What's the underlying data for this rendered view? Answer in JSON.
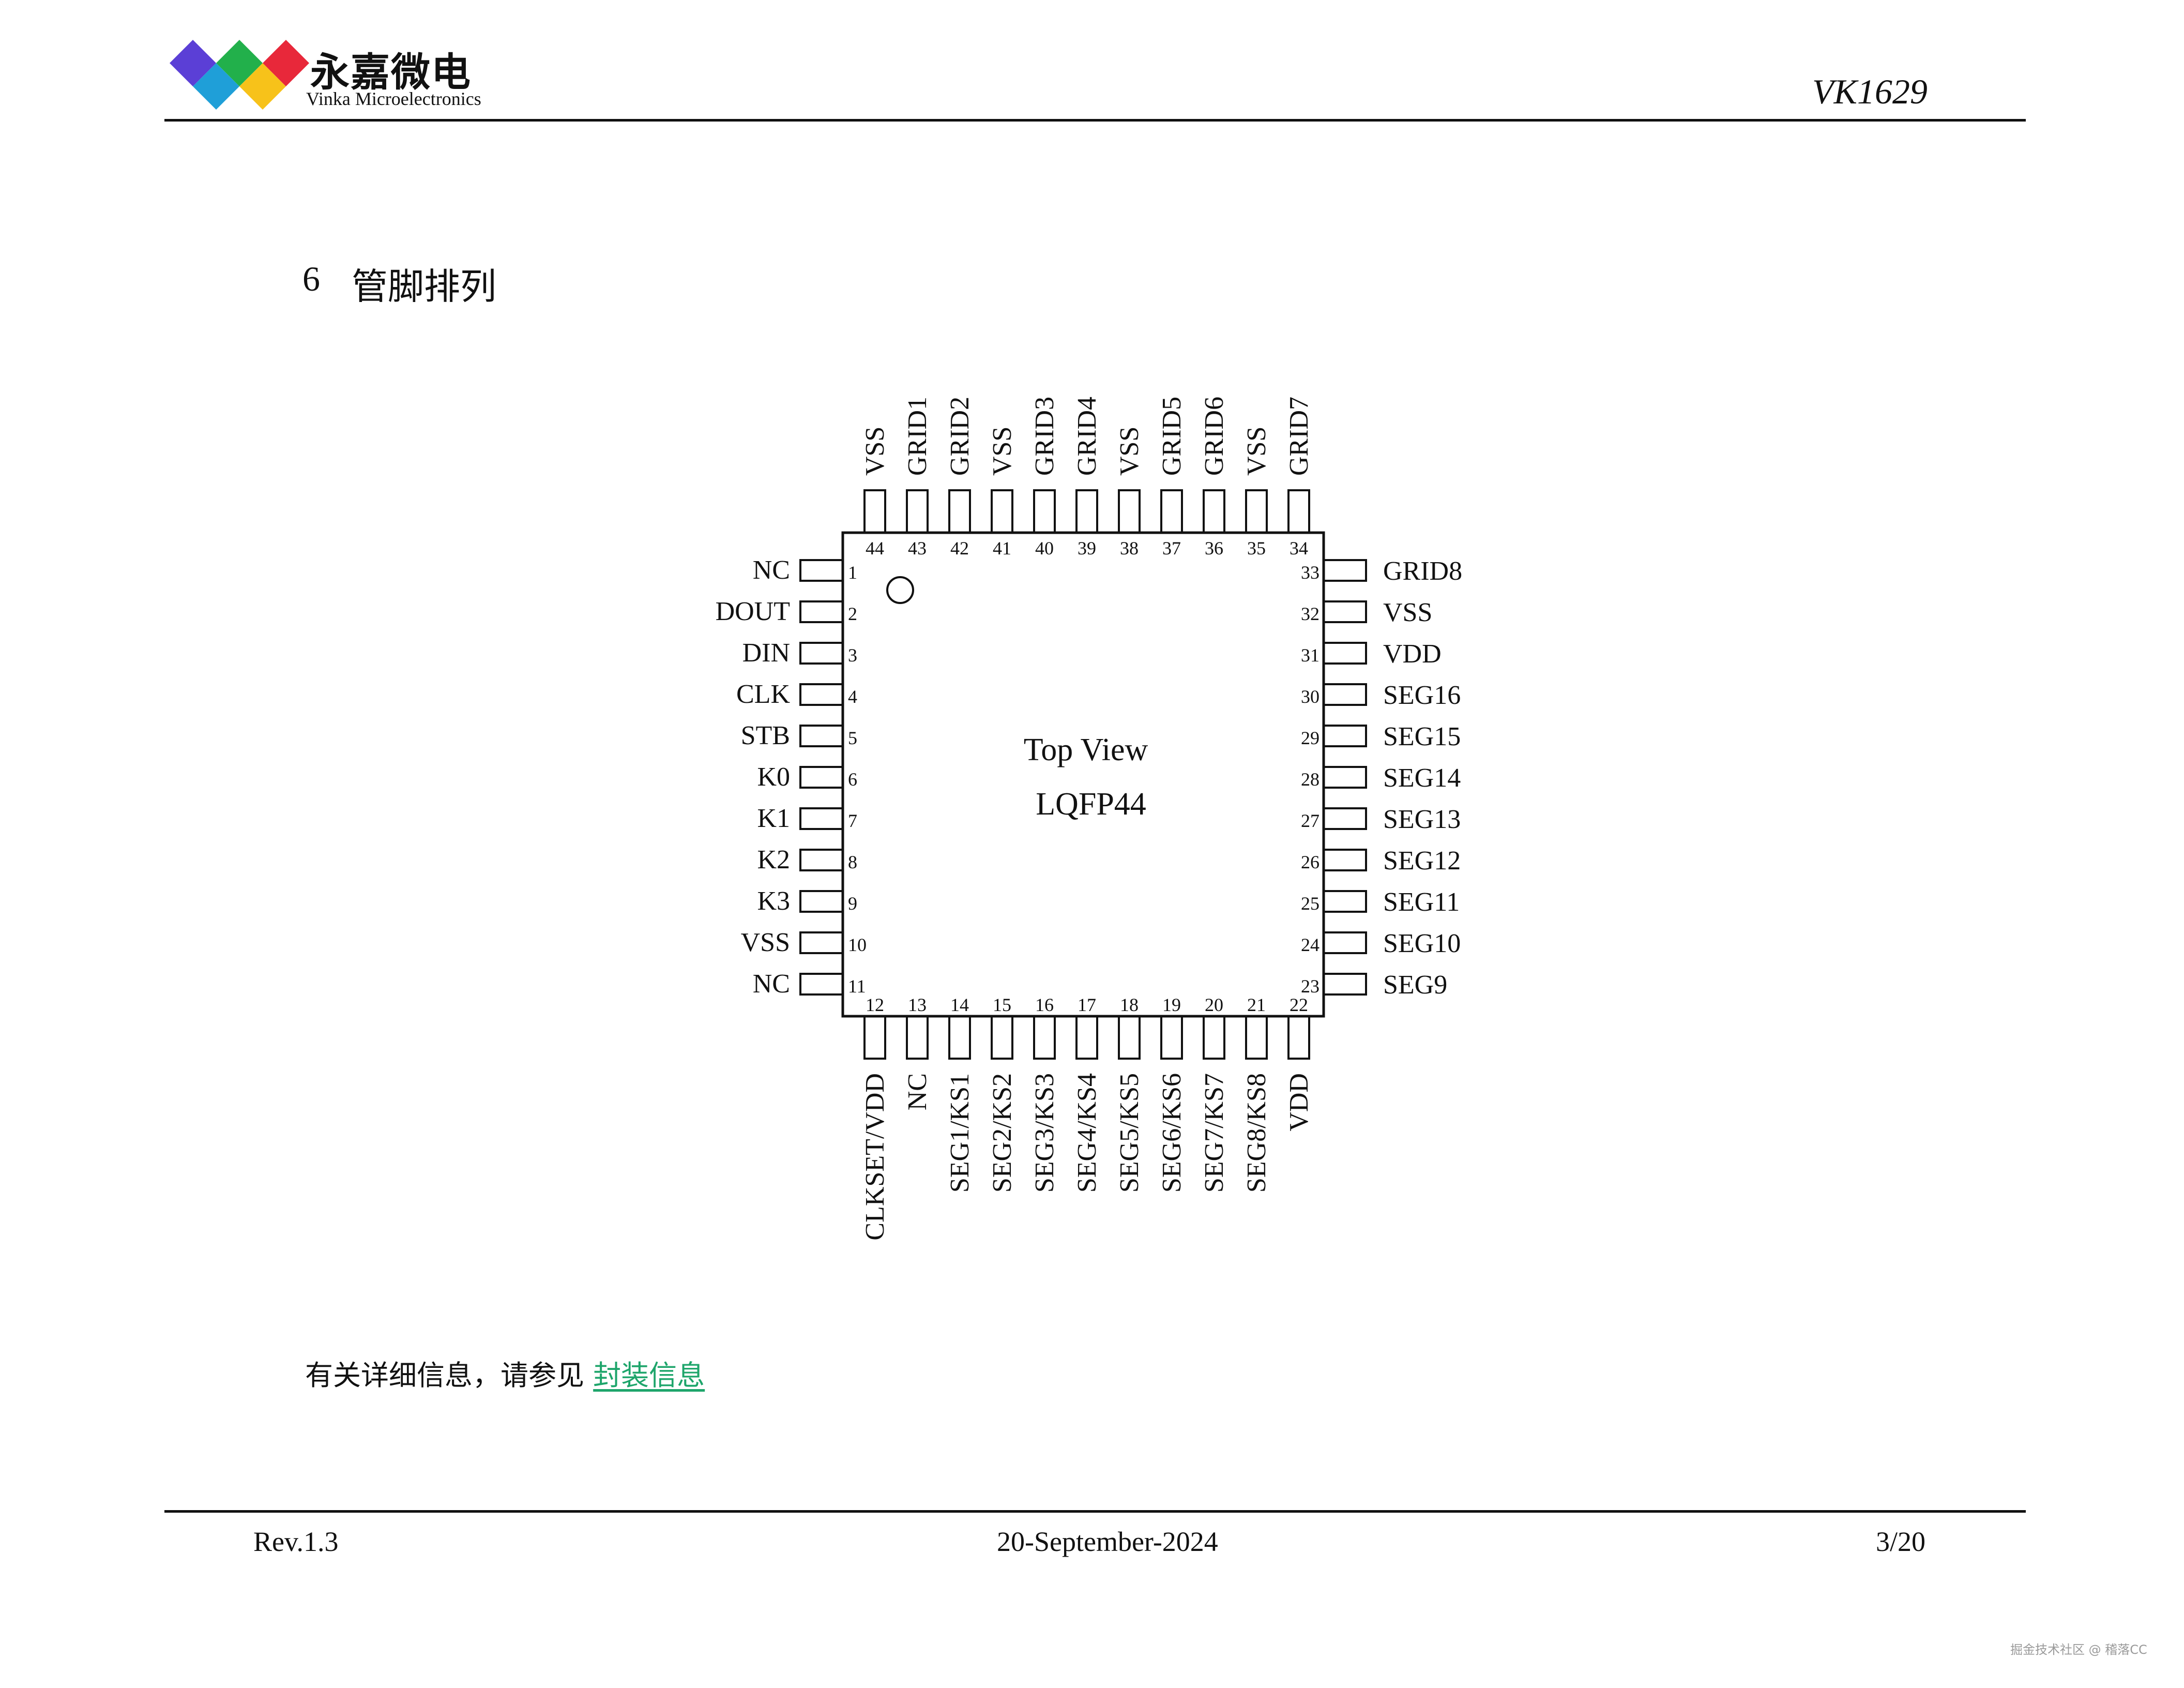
{
  "header": {
    "brand_cn": "永嘉微电",
    "brand_en": "Vinka Microelectronics",
    "part_number": "VK1629",
    "logo_colors": [
      "#5b3fd6",
      "#22b04b",
      "#e8283a",
      "#1f9fd8",
      "#f7c21a"
    ]
  },
  "section": {
    "number": "6",
    "title": "管脚排列"
  },
  "chip": {
    "view_label": "Top View",
    "package": "LQFP44",
    "left_pins": [
      {
        "num": "1",
        "name": "NC"
      },
      {
        "num": "2",
        "name": "DOUT"
      },
      {
        "num": "3",
        "name": "DIN"
      },
      {
        "num": "4",
        "name": "CLK"
      },
      {
        "num": "5",
        "name": "STB"
      },
      {
        "num": "6",
        "name": "K0"
      },
      {
        "num": "7",
        "name": "K1"
      },
      {
        "num": "8",
        "name": "K2"
      },
      {
        "num": "9",
        "name": "K3"
      },
      {
        "num": "10",
        "name": "VSS"
      },
      {
        "num": "11",
        "name": "NC"
      }
    ],
    "bottom_pins": [
      {
        "num": "12",
        "name": "CLKSET/VDD"
      },
      {
        "num": "13",
        "name": "NC"
      },
      {
        "num": "14",
        "name": "SEG1/KS1"
      },
      {
        "num": "15",
        "name": "SEG2/KS2"
      },
      {
        "num": "16",
        "name": "SEG3/KS3"
      },
      {
        "num": "17",
        "name": "SEG4/KS4"
      },
      {
        "num": "18",
        "name": "SEG5/KS5"
      },
      {
        "num": "19",
        "name": "SEG6/KS6"
      },
      {
        "num": "20",
        "name": "SEG7/KS7"
      },
      {
        "num": "21",
        "name": "SEG8/KS8"
      },
      {
        "num": "22",
        "name": "VDD"
      }
    ],
    "right_pins": [
      {
        "num": "23",
        "name": "SEG9"
      },
      {
        "num": "24",
        "name": "SEG10"
      },
      {
        "num": "25",
        "name": "SEG11"
      },
      {
        "num": "26",
        "name": "SEG12"
      },
      {
        "num": "27",
        "name": "SEG13"
      },
      {
        "num": "28",
        "name": "SEG14"
      },
      {
        "num": "29",
        "name": "SEG15"
      },
      {
        "num": "30",
        "name": "SEG16"
      },
      {
        "num": "31",
        "name": "VDD"
      },
      {
        "num": "32",
        "name": "VSS"
      },
      {
        "num": "33",
        "name": "GRID8"
      }
    ],
    "top_pins": [
      {
        "num": "34",
        "name": "GRID7"
      },
      {
        "num": "35",
        "name": "VSS"
      },
      {
        "num": "36",
        "name": "GRID6"
      },
      {
        "num": "37",
        "name": "GRID5"
      },
      {
        "num": "38",
        "name": "VSS"
      },
      {
        "num": "39",
        "name": "GRID4"
      },
      {
        "num": "40",
        "name": "GRID3"
      },
      {
        "num": "41",
        "name": "VSS"
      },
      {
        "num": "42",
        "name": "GRID2"
      },
      {
        "num": "43",
        "name": "GRID1"
      },
      {
        "num": "44",
        "name": "VSS"
      }
    ]
  },
  "note": {
    "text": "有关详细信息，请参见 ",
    "link_text": "封装信息",
    "link_color": "#1ea56b"
  },
  "footer": {
    "revision": "Rev.1.3",
    "date": "20-September-2024",
    "page": "3/20"
  },
  "watermark": "掘金技术社区 @ 稽落CC"
}
